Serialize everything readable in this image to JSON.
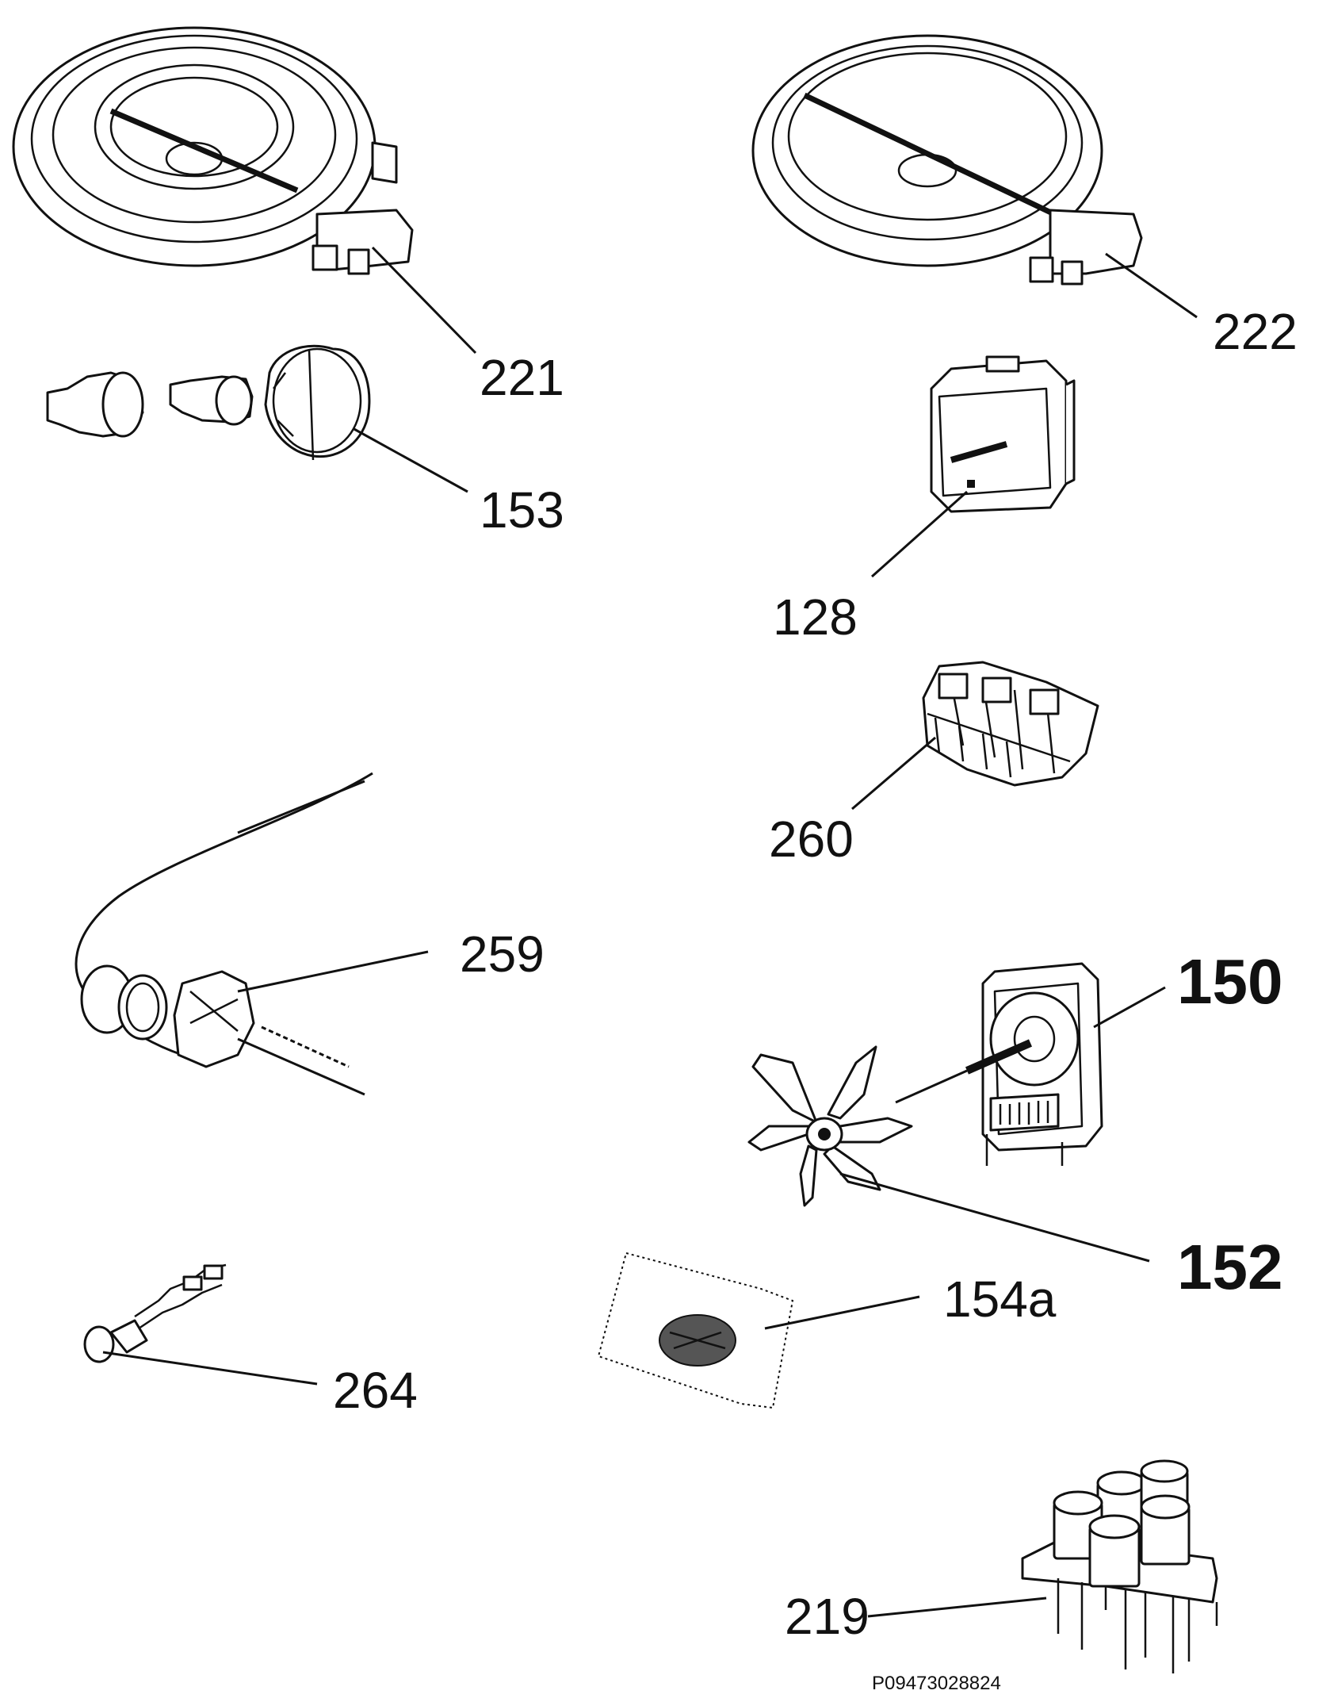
{
  "parts": [
    {
      "id": "ring-element-dual",
      "label": "221"
    },
    {
      "id": "ring-element-single",
      "label": "222"
    },
    {
      "id": "lamp-assembly",
      "label": "153"
    },
    {
      "id": "energy-regulator",
      "label": "128"
    },
    {
      "id": "selector-switch",
      "label": "260"
    },
    {
      "id": "thermostat",
      "label": "259"
    },
    {
      "id": "fan-motor",
      "label": "150"
    },
    {
      "id": "fan-blade",
      "label": "152"
    },
    {
      "id": "filter-pad",
      "label": "154a"
    },
    {
      "id": "switch-small",
      "label": "264"
    },
    {
      "id": "relay-block",
      "label": "219"
    }
  ],
  "footer": {
    "code": "P09473028824"
  }
}
